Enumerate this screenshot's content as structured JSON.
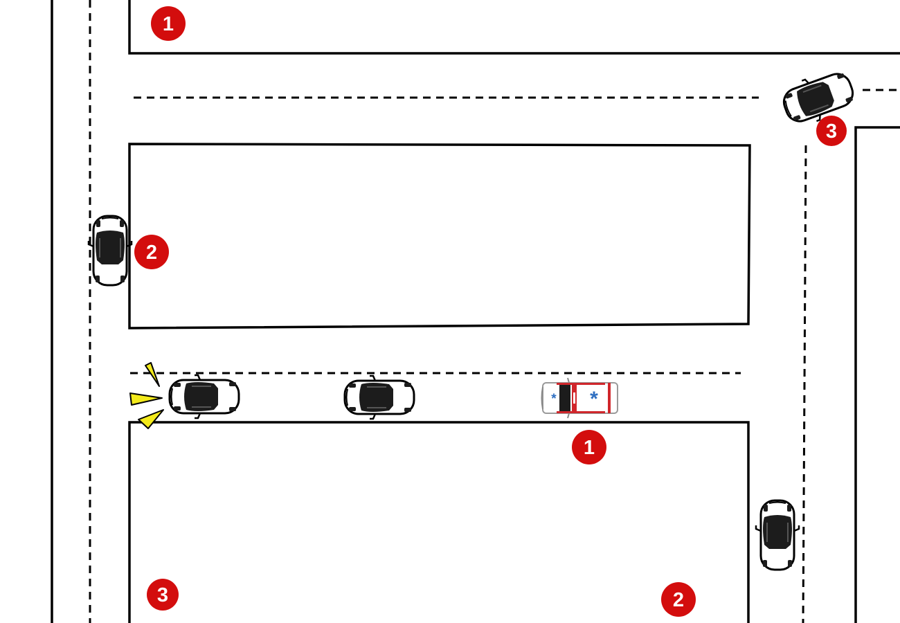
{
  "colors": {
    "background": "#ffffff",
    "road_lines": "#000000",
    "marker_badge": "#d30d0d",
    "marker_text": "#ffffff",
    "car_body": "#ffffff",
    "car_roof": "#1c1c1c",
    "ambulance_stripe": "#d0262b",
    "ambulance_star": "#2f6fc1",
    "horn_signal": "#f3ea1b"
  },
  "markers": [
    {
      "id": "top-left-block",
      "label": "1"
    },
    {
      "id": "left-road",
      "label": "2"
    },
    {
      "id": "top-right-corner",
      "label": "3"
    },
    {
      "id": "below-ambulance",
      "label": "1"
    },
    {
      "id": "bottom-right-block",
      "label": "2"
    },
    {
      "id": "bottom-left-block",
      "label": "3"
    }
  ],
  "vehicles": [
    {
      "id": "car-left-road",
      "type": "car-icon",
      "heading": "up"
    },
    {
      "id": "car-top-right-turning",
      "type": "car-icon",
      "heading": "left"
    },
    {
      "id": "car-lower-lead-honking",
      "type": "car-icon",
      "heading": "left"
    },
    {
      "id": "car-lower-middle",
      "type": "car-icon",
      "heading": "left"
    },
    {
      "id": "ambulance-lower",
      "type": "ambulance-icon",
      "heading": "left"
    },
    {
      "id": "car-right-road",
      "type": "car-icon",
      "heading": "up"
    }
  ],
  "signals": [
    {
      "id": "horn-burst",
      "type": "horn-signal-icon",
      "attached_to": "car-lower-lead-honking"
    }
  ]
}
